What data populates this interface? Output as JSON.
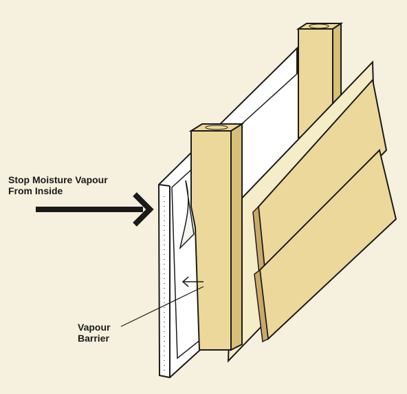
{
  "labels": {
    "stop_moisture_line1": "Stop Moisture Vapour",
    "stop_moisture_line2": "From Inside",
    "vapour_barrier_line1": "Vapour",
    "vapour_barrier_line2": "Barrier"
  },
  "colors": {
    "background": "#f6f0de",
    "wood": "#ecd89a",
    "wood_shade": "#d8bf78",
    "barrier": "#ffffff",
    "ink": "#1a1a1a",
    "siding_edge": "#c9a96a"
  },
  "icons": {
    "arrow": "right-arrow-icon",
    "small_arrow": "left-arrow-icon"
  }
}
